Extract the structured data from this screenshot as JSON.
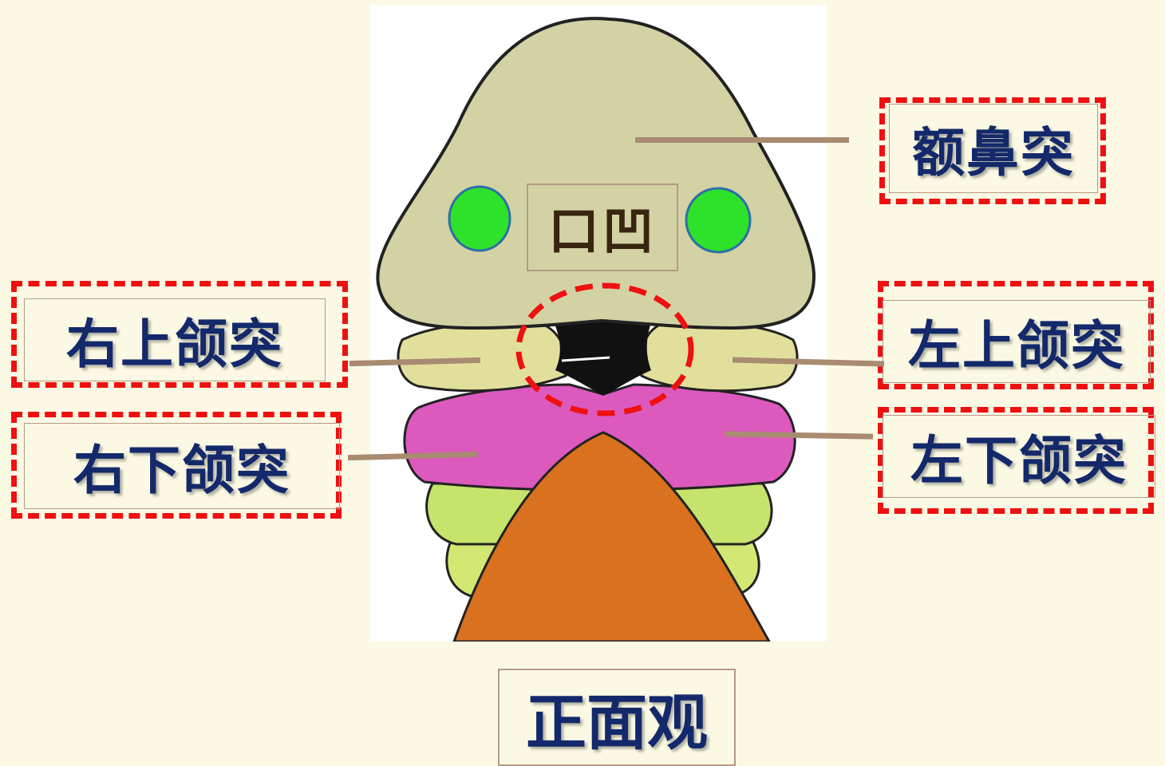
{
  "labels": {
    "frontonasal": "额鼻突",
    "right_maxillary": "右上颌突",
    "left_maxillary": "左上颌突",
    "right_mandibular": "右下颌突",
    "left_mandibular": "左下颌突",
    "stomodeum": "口凹"
  },
  "caption": "正面观",
  "colors": {
    "background": "#fbf9e4",
    "frontonasal_process": "#d3d2a4",
    "nasal_placode": "#2ee12b",
    "maxillary_process": "#e2df9c",
    "mandibular_process": "#dc59bd",
    "pharyngeal_arch": "#c6e36b",
    "heart_bulge": "#d9711f",
    "dashed_highlight": "#ee1111",
    "label_text": "#13296b"
  }
}
